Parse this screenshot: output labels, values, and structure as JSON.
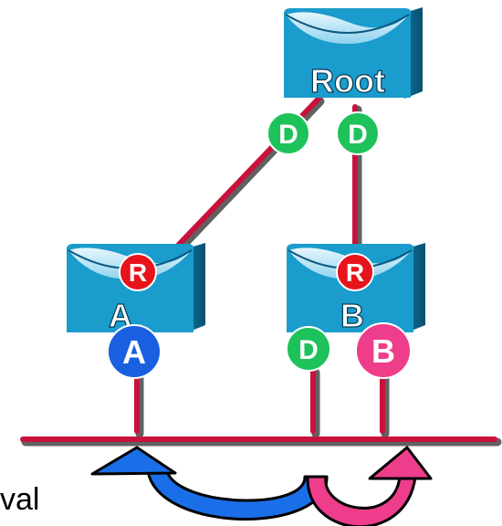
{
  "switches": {
    "root": {
      "label": "Root"
    },
    "a": {
      "label": "A",
      "port_badge": "R"
    },
    "b": {
      "label": "B",
      "port_badge": "R"
    }
  },
  "ports": {
    "root_left": "D",
    "root_right": "D",
    "a_down": "A",
    "b_left": "D",
    "b_right": "B"
  },
  "caption_fragment": "val",
  "colors": {
    "switch_fill": "#1a9ccc",
    "switch_light": "#bfe6f5",
    "link": "#c8123c",
    "designated": "#1ec25a",
    "root_port": "#e8141c",
    "alternate": "#1a5fe0",
    "backup": "#ee3d8b"
  }
}
